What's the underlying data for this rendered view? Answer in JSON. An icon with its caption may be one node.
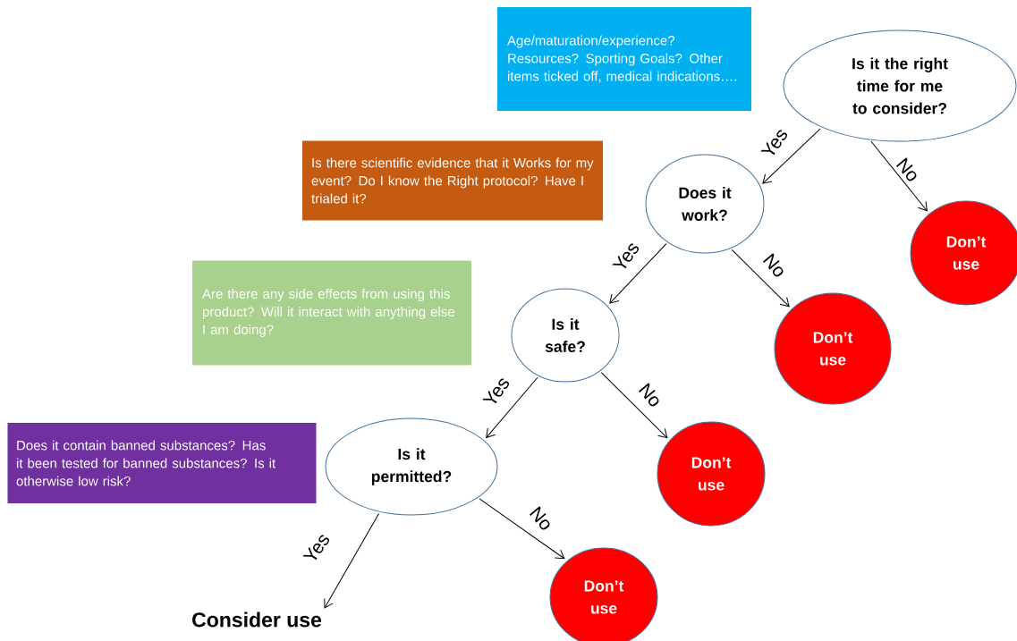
{
  "diagram": {
    "nodes": [
      {
        "text": [
          "Age/maturation/experience? Resources? Sporting Goals? Other items ticked off, medical indications…."
        ]
      },
      {
        "text": [
          "Is it the right time for me to consider?"
        ]
      },
      {
        "text": [
          "Is there scientific evidence that it Works for my event? Do I know the Right protocol?  Have I trialed it?"
        ]
      },
      {
        "text": [
          "Does it work?"
        ]
      },
      {
        "text": [
          "Don’t use"
        ]
      },
      {
        "text": [
          "Are there any side effects from using this product?  Will it interact with anything else I am doing?"
        ]
      },
      {
        "text": [
          "Is it safe?"
        ]
      },
      {
        "text": [
          "Don’t use"
        ]
      },
      {
        "text": [
          "Does it contain banned substances? Has it been tested for banned substances?  Is it otherwise low risk?"
        ]
      },
      {
        "text": [
          "Is it permitted?"
        ]
      },
      {
        "text": [
          "Don’t use"
        ]
      },
      {
        "text": [
          "Don’t use"
        ]
      },
      {
        "text": [
          "Consider use"
        ]
      }
    ],
    "edges": [
      {
        "from": 1,
        "to": 3,
        "arrow": "to",
        "label": "Yes"
      },
      {
        "from": 1,
        "to": 4,
        "arrow": "to",
        "label": "No"
      },
      {
        "from": 3,
        "to": 6,
        "arrow": "to",
        "label": "Yes"
      },
      {
        "from": 3,
        "to": 7,
        "arrow": "to",
        "label": "No"
      },
      {
        "from": 6,
        "to": 9,
        "arrow": "to",
        "label": "Yes"
      },
      {
        "from": 6,
        "to": 10,
        "arrow": "to",
        "label": "No"
      },
      {
        "from": 9,
        "to": 12,
        "arrow": "to",
        "label": "Yes"
      },
      {
        "from": 9,
        "to": 11,
        "arrow": "to",
        "label": "No"
      }
    ]
  }
}
